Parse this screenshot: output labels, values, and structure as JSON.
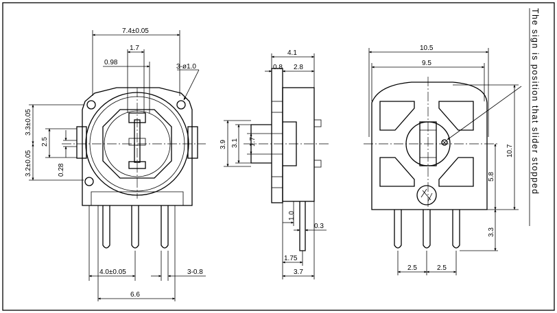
{
  "front_view": {
    "width_top": "7.4±0.05",
    "shaft_width": "1.7",
    "offset": "0.98",
    "holes": "3-ø1.0",
    "upper_height": "3.3±0.05",
    "lower_height": "3.2±0.05",
    "slot_height": "2.5",
    "slot_thickness": "0.28",
    "pin_pitch": "4.0±0.05",
    "pin_size": "3-0.8",
    "total_width": "6.6"
  },
  "side_view": {
    "depth": "4.1",
    "front_thickness": "0.8",
    "body_thickness": "2.8",
    "height_outer": "3.9",
    "height_mid": "3.1",
    "height_inner": "1.7",
    "pin_step": "1.0",
    "pin_thickness": "0.3",
    "pin_offset": "1.75",
    "base_depth": "3.7"
  },
  "rear_view": {
    "outer_width": "10.5",
    "inner_width": "9.5",
    "total_height": "10.7",
    "half_height": "5.8",
    "pin_length": "3.3",
    "pitch_left": "2.5",
    "pitch_right": "2.5"
  },
  "note": "The sign is position that slider stopped"
}
